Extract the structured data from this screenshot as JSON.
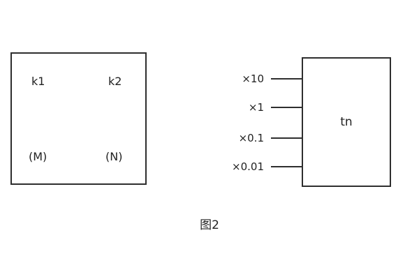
{
  "left_box": {
    "k1": "k1",
    "k2": "k2",
    "m": "(M)",
    "n": "(N)"
  },
  "right_box": {
    "label": "tn",
    "multipliers": [
      {
        "label": "×10"
      },
      {
        "label": "×1"
      },
      {
        "label": "×0.1"
      },
      {
        "label": "×0.01"
      }
    ]
  },
  "caption": "图2",
  "colors": {
    "background": "#ffffff",
    "line": "#2e2e2e",
    "text": "#222222"
  }
}
